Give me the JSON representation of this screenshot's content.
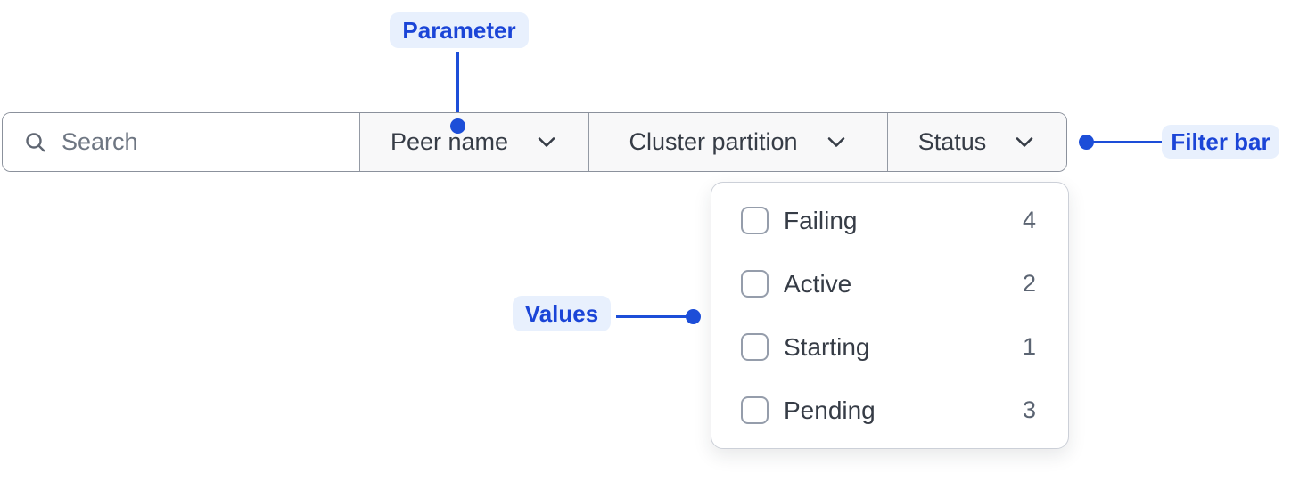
{
  "colors": {
    "annotation_blue": "#1d4ed8",
    "annotation_badge_background": "#e8f0fd",
    "bar_border": "#8b919c",
    "panel_border": "#ccd0d8",
    "text_dark": "#363c46",
    "count_muted": "#5b6472",
    "placeholder_gray": "#6e7682",
    "dropdown_section_background": "#f8f8f9"
  },
  "annotations": {
    "parameter": {
      "label": "Parameter"
    },
    "filter_bar": {
      "label": "Filter bar"
    },
    "values": {
      "label": "Values"
    }
  },
  "filter_bar": {
    "search": {
      "placeholder": "Search",
      "icon": "search-icon"
    },
    "dropdowns": [
      {
        "label": "Peer name",
        "icon": "chevron-down-icon",
        "expanded": false
      },
      {
        "label": "Cluster partition",
        "icon": "chevron-down-icon",
        "expanded": false
      },
      {
        "label": "Status",
        "icon": "chevron-down-icon",
        "expanded": true
      }
    ]
  },
  "status_menu": {
    "items": [
      {
        "label": "Failing",
        "count": "4",
        "checked": false
      },
      {
        "label": "Active",
        "count": "2",
        "checked": false
      },
      {
        "label": "Starting",
        "count": "1",
        "checked": false
      },
      {
        "label": "Pending",
        "count": "3",
        "checked": false
      }
    ]
  }
}
